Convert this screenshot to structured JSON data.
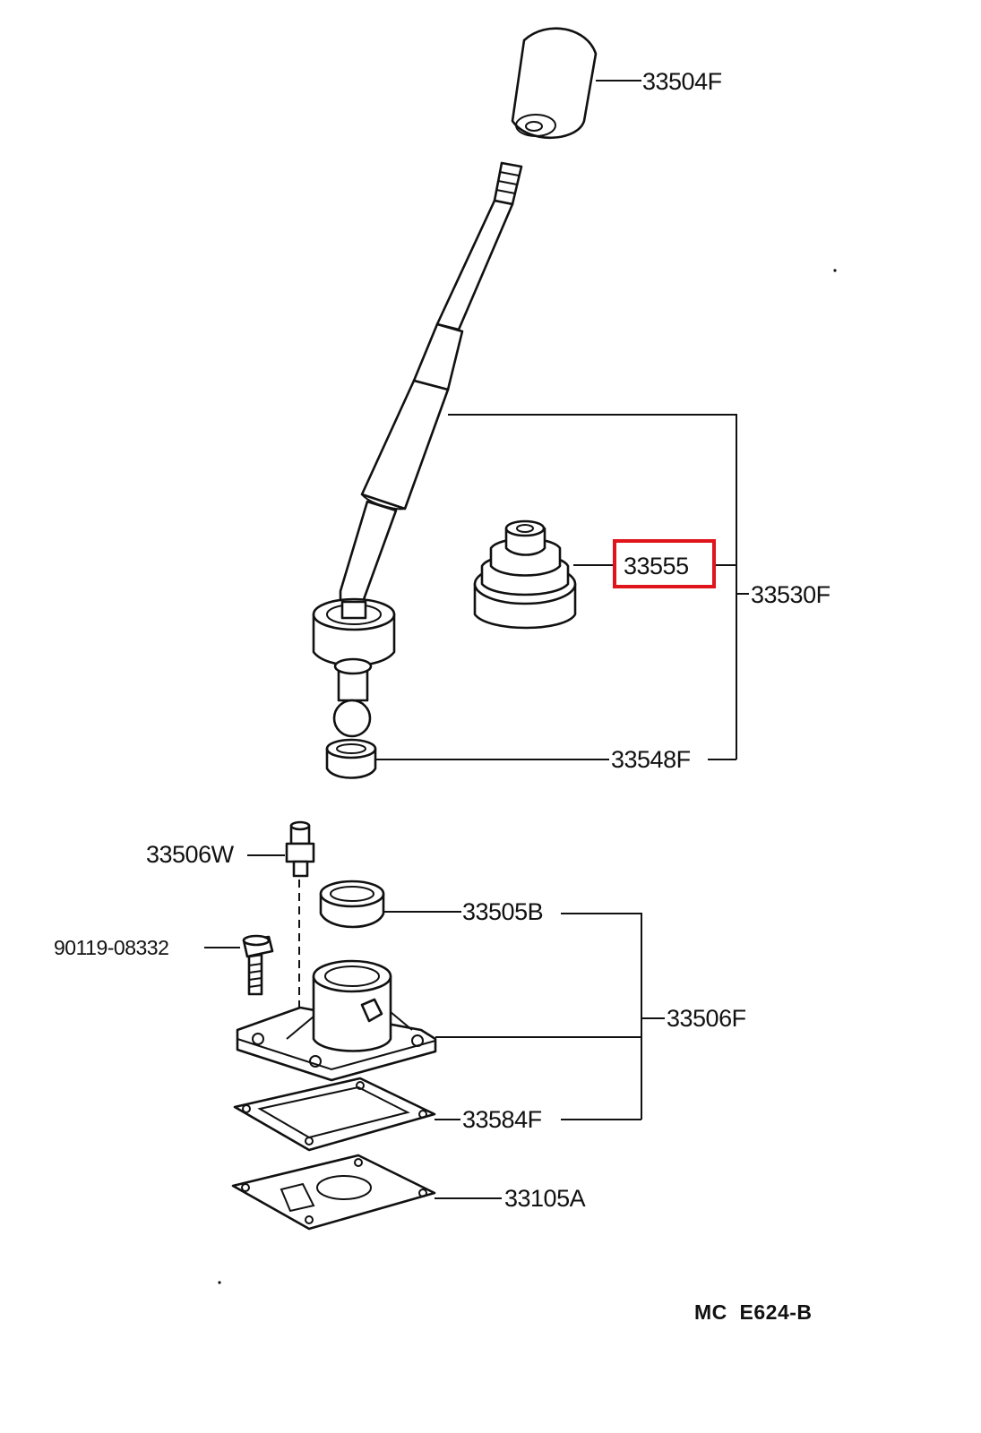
{
  "diagram": {
    "parts": {
      "knob": "33504F",
      "boot": "33555",
      "lever_assembly": "33530F",
      "seat": "33548F",
      "pin": "33506W",
      "bolt": "90119-08332",
      "bushing": "33505B",
      "retainer_assembly": "33506F",
      "gasket": "33584F",
      "plate": "33105A"
    },
    "highlighted_part": "33555",
    "highlight_color": "#e0141b",
    "reference_code": "MC  E624-B"
  }
}
